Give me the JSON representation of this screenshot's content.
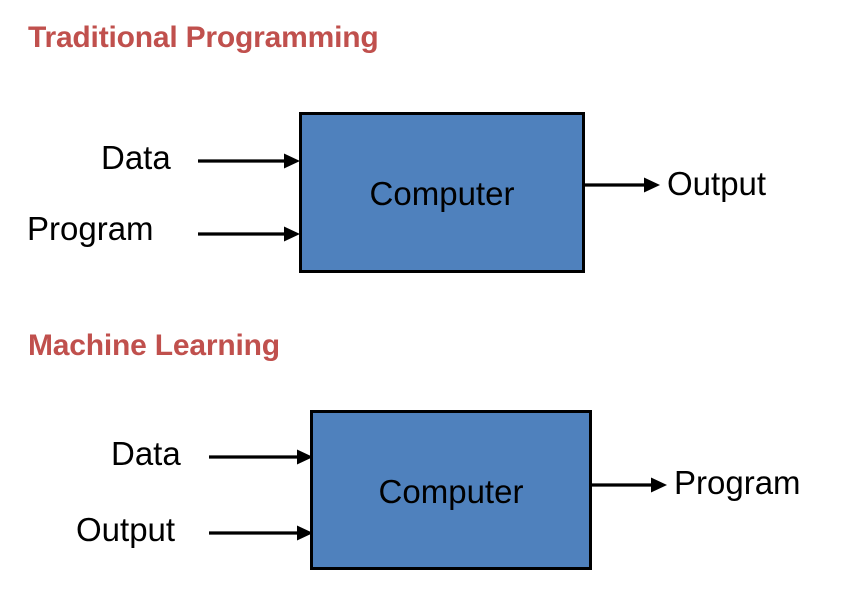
{
  "diagram": {
    "title_color": "#c0504d",
    "box_fill": "#4f81bd",
    "box_border": "#000000",
    "arrow_color": "#000000",
    "sections": [
      {
        "id": "traditional-programming",
        "title": "Traditional Programming",
        "process_label": "Computer",
        "inputs": [
          "Data",
          "Program"
        ],
        "outputs": [
          "Output"
        ]
      },
      {
        "id": "machine-learning",
        "title": "Machine Learning",
        "process_label": "Computer",
        "inputs": [
          "Data",
          "Output"
        ],
        "outputs": [
          "Program"
        ]
      }
    ]
  }
}
